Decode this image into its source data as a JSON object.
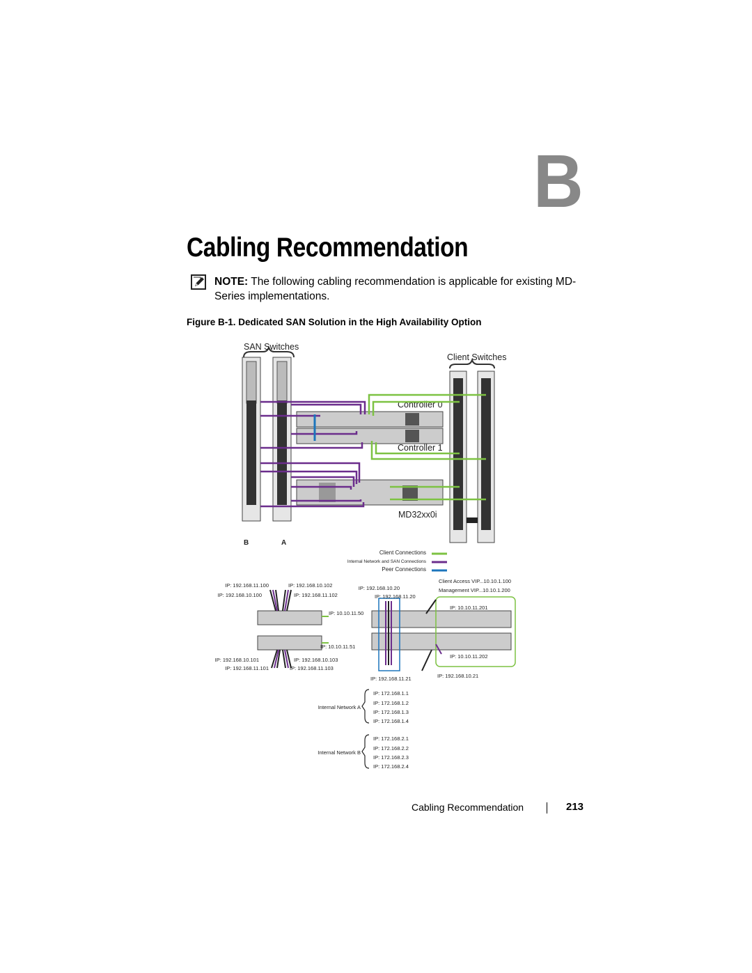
{
  "appendix_letter": "B",
  "title": "Cabling Recommendation",
  "note": {
    "label": "NOTE:",
    "text": " The following cabling recommendation is applicable for existing MD-Series implementations.",
    "icon": "note-pencil-icon"
  },
  "figure": {
    "caption": "Figure B-1.    Dedicated SAN Solution in the High Availability Option",
    "labels": {
      "san_switches": "SAN Switches",
      "client_switches": "Client Switches",
      "controller0": "Controller 0",
      "controller1": "Controller 1",
      "array": "MD32xx0i",
      "b": "B",
      "a": "A"
    },
    "legend": [
      {
        "label": "Client  Connections",
        "color": "#7dc242"
      },
      {
        "label": "Internal Network and SAN Connections",
        "color": "#6b2d8c"
      },
      {
        "label": "Peer Connections",
        "color": "#1c75bc"
      }
    ],
    "left_ips": {
      "top_left_1": "IP: 192.168.11.100",
      "top_left_2": "IP: 192.168.10.100",
      "top_right_1": "IP: 192.168.10.102",
      "top_right_2": "IP: 192.168.11.102",
      "mid_1": "IP: 10.10.11.50",
      "mid_2": "IP: 10.10.11.51",
      "bottom_left_1": "IP: 192.168.10.101",
      "bottom_left_2": "IP: 192.168.11.101",
      "bottom_right_1": "IP: 192.168.10.103",
      "bottom_right_2": "IP: 192.168.11.103"
    },
    "right_ips": {
      "top_1": "IP: 192.168.10.20",
      "top_2": "IP: 192.168.11.20",
      "client_access": "Client Access VIP...10.10.1.100",
      "management": "Management VIP...10.10.1.200",
      "ctrl_a": "IP: 10.10.11.201",
      "ctrl_b": "IP: 10.10.11.202",
      "bottom_1": "IP: 192.168.11.21",
      "bottom_2": "IP: 192.168.10.21"
    },
    "internal_a": {
      "label": "Internal Network A",
      "ips": [
        "IP: 172.168.1.1",
        "IP: 172.168.1.2",
        "IP: 172.168.1.3",
        "IP: 172.168.1.4"
      ]
    },
    "internal_b": {
      "label": "Internal Network B",
      "ips": [
        "IP: 172.168.2.1",
        "IP: 172.168.2.2",
        "IP: 172.168.2.3",
        "IP: 172.168.2.4"
      ]
    }
  },
  "footer": {
    "section": "Cabling Recommendation",
    "page": "213"
  }
}
